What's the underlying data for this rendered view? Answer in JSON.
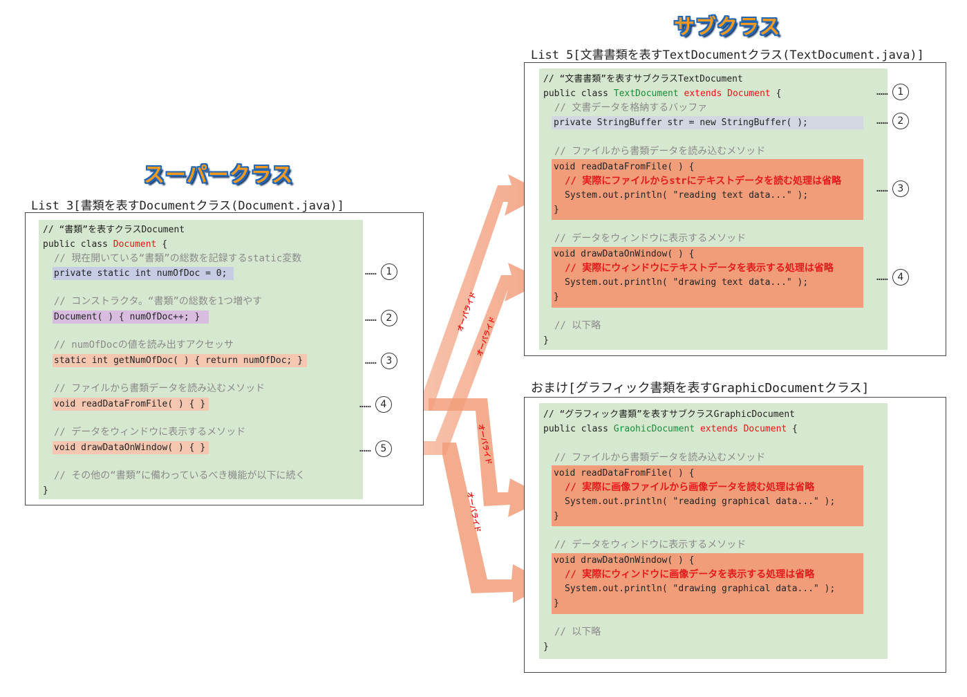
{
  "banners": {
    "super": "スーパークラス",
    "sub": "サブクラス"
  },
  "list3": {
    "title": "List 3[書類を表すDocumentクラス(Document.java)]",
    "c1": "// “書類”を表すクラスDocument",
    "decl_a": "public class ",
    "decl_b": "Document",
    "decl_c": " {",
    "cm1": "// 現在開いている“書類”の総数を記録するstatic変数",
    "code1": "private static int numOfDoc = 0;",
    "cm2": "// コンストラクタ。“書類”の総数を1つ増やす",
    "code2": "Document( ) { numOfDoc++; }",
    "cm3": "// numOfDocの値を読み出すアクセッサ",
    "code3": "static int getNumOfDoc( ) { return numOfDoc; }",
    "cm4": "// ファイルから書類データを読み込むメソッド",
    "code4": "void readDataFromFile( ) { }",
    "cm5": "// データをウィンドウに表示するメソッド",
    "code5": "void drawDataOnWindow( ) { }",
    "cm6": "// その他の“書類”に備わっているべき機能が以下に続く",
    "close": "}",
    "markers": [
      "1",
      "2",
      "3",
      "4",
      "5"
    ],
    "dots": "……"
  },
  "list5": {
    "title": "List 5[文書書類を表すTextDocumentクラス(TextDocument.java)]",
    "c1": "// “文書書類”を表すサブクラスTextDocument",
    "decl_a": "public class ",
    "decl_b": "TextDocument",
    "decl_c": " extends ",
    "decl_d": "Document",
    "decl_e": " {",
    "cm1": "// 文書データを格納するバッファ",
    "code1": "private StringBuffer str = new StringBuffer( );",
    "cm2": "// ファイルから書類データを読み込むメソッド",
    "m1_l1": "void readDataFromFile( ) {",
    "m1_l2": "// 実際にファイルからstrにテキストデータを読む処理は省略",
    "m1_l3": "System.out.println( \"reading text data...\" );",
    "m1_l4": "}",
    "cm3": "// データをウィンドウに表示するメソッド",
    "m2_l1": "void drawDataOnWindow( ) {",
    "m2_l2": "// 実際にウィンドウにテキストデータを表示する処理は省略",
    "m2_l3": "System.out.println( \"drawing text data...\" );",
    "m2_l4": "}",
    "cm4": "// 以下略",
    "close": "}",
    "markers": [
      "1",
      "2",
      "3",
      "4"
    ]
  },
  "omake": {
    "title": "おまけ[グラフィック書類を表すGraphicDocumentクラス]",
    "c1": "// “グラフィック書類”を表すサブクラスGraphicDocument",
    "decl_a": "public class ",
    "decl_b": "GraohicDocument",
    "decl_c": " extends ",
    "decl_d": "Document",
    "decl_e": " {",
    "cm1": "// ファイルから書類データを読み込むメソッド",
    "m1_l1": "void readDataFromFile( ) {",
    "m1_l2": "// 実際に画像ファイルから画像データを読む処理は省略",
    "m1_l3": "System.out.println( \"reading graphical data...\" );",
    "m1_l4": "}",
    "cm2": "// データをウィンドウに表示するメソッド",
    "m2_l1": "void drawDataOnWindow( ) {",
    "m2_l2": "// 実際にウィンドウに画像データを表示する処理は省略",
    "m2_l3": "System.out.println( \"drawing graphical data...\" );",
    "m2_l4": "}",
    "cm3": "// 以下略",
    "close": "}"
  },
  "arrows": {
    "label": "オーバライド",
    "color": "#f29d7a"
  }
}
